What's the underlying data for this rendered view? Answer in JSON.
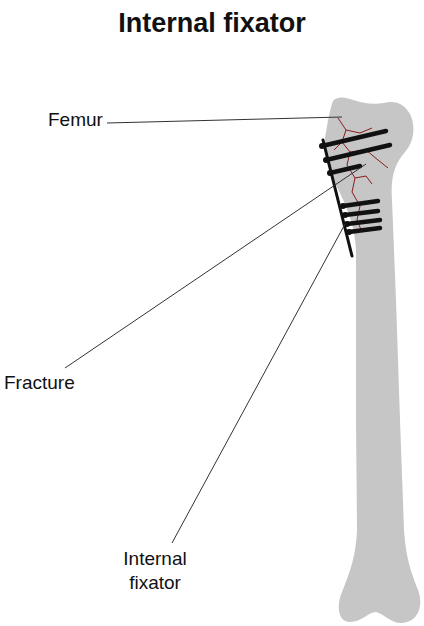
{
  "diagram": {
    "title": "Internal fixator",
    "labels": [
      "Femur",
      "Fracture",
      "Internal fixator"
    ]
  }
}
